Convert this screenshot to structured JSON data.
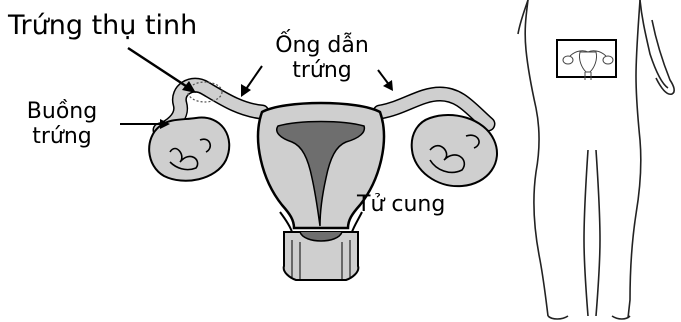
{
  "labels": {
    "fertilized_egg": "Trứng thụ tinh",
    "fallopian_tube_line1": "Ống dẫn",
    "fallopian_tube_line2": "trứng",
    "ovary_line1": "Buồng",
    "ovary_line2": "trứng",
    "uterus": "Tử cung"
  },
  "colors": {
    "tissue": "#cfcfcf",
    "cavity": "#6e6e6e",
    "outline": "#000000",
    "body_outline": "#222222",
    "highlight_box": "#000000"
  }
}
